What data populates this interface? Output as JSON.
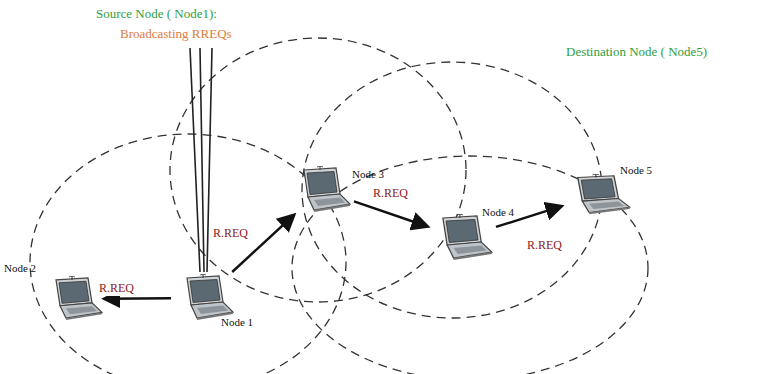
{
  "diagram": {
    "nodes": [
      {
        "text": [
          "Node 2"
        ]
      },
      {
        "text": [
          "Node 1"
        ]
      },
      {
        "text": [
          "Node 3"
        ]
      },
      {
        "text": [
          "Node 4"
        ]
      },
      {
        "text": [
          "Node 5"
        ]
      }
    ],
    "edges": [
      {
        "from": 1,
        "to": 0,
        "label": "R.REQ",
        "arrow": "to"
      },
      {
        "from": 1,
        "to": 2,
        "label": "R.REQ",
        "arrow": "to"
      },
      {
        "from": 2,
        "to": 3,
        "label": "R.REQ",
        "arrow": "to"
      },
      {
        "from": 3,
        "to": 4,
        "label": "R.REQ",
        "arrow": "to"
      }
    ],
    "labels": [
      "Source Node ( Node1):",
      "Broadcasting RREQs",
      "Destination Node ( Node5)"
    ]
  }
}
